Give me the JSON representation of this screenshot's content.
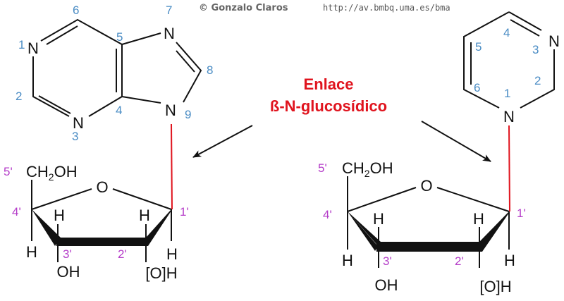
{
  "header": {
    "copyright": "© Gonzalo Claros",
    "url": "http://av.bmbq.uma.es/bma"
  },
  "label": {
    "line1": "Enlace",
    "line2": "ß-N-glucosídico"
  },
  "colors": {
    "bond_highlight": "#e0141e",
    "base_numbers": "#4a8cc4",
    "sugar_numbers": "#b43cc8"
  },
  "purine": {
    "atoms": {
      "n1": "N",
      "n3": "N",
      "n7": "N",
      "n9": "N"
    },
    "numbers": {
      "p1": "1",
      "p2": "2",
      "p3": "3",
      "p4": "4",
      "p5": "5",
      "p6": "6",
      "p7": "7",
      "p8": "8",
      "p9": "9"
    }
  },
  "pyrimidine": {
    "atoms": {
      "n1": "N",
      "n3": "N"
    },
    "numbers": {
      "p1": "1",
      "p2": "2",
      "p3": "3",
      "p4": "4",
      "p5": "5",
      "p6": "6"
    }
  },
  "sugar": {
    "ch2oh": "CH",
    "sub": "2",
    "oh_suffix": "OH",
    "ring_o": "O",
    "h": "H",
    "oh": "OH",
    "o2h": "[O]H",
    "primes": {
      "c1": "1'",
      "c2": "2'",
      "c3": "3'",
      "c4": "4'",
      "c5": "5'"
    }
  }
}
